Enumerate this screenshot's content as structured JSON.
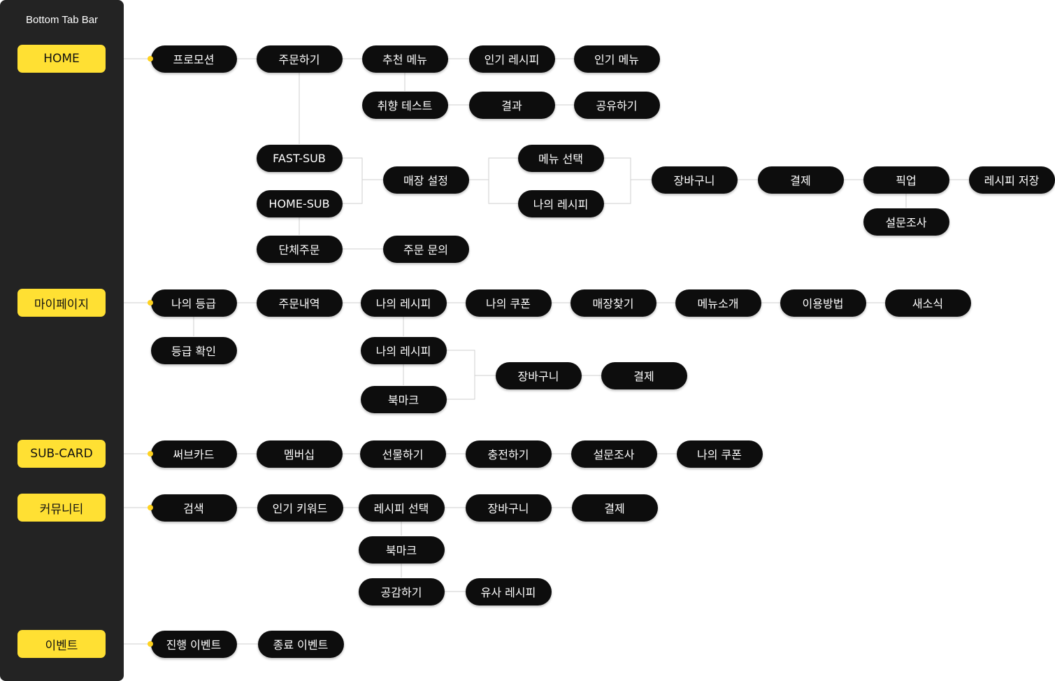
{
  "colors": {
    "accent": "#FFE033",
    "dot": "#FFD21F",
    "node": "#0d0d0d",
    "sidebar": "#232323",
    "line": "#cfcfcf"
  },
  "sidebar": {
    "title": "Bottom Tab Bar",
    "tabs": [
      {
        "id": "home",
        "label": "HOME"
      },
      {
        "id": "mypage",
        "label": "마이페이지"
      },
      {
        "id": "subcard",
        "label": "SUB-CARD"
      },
      {
        "id": "community",
        "label": "커뮤니티"
      },
      {
        "id": "event",
        "label": "이벤트"
      }
    ]
  },
  "nodes": [
    {
      "id": "h1",
      "label": "프로모션"
    },
    {
      "id": "h2",
      "label": "주문하기"
    },
    {
      "id": "h3",
      "label": "추천 메뉴"
    },
    {
      "id": "h4",
      "label": "인기 레시피"
    },
    {
      "id": "h5",
      "label": "인기 메뉴"
    },
    {
      "id": "h6",
      "label": "취향 테스트"
    },
    {
      "id": "h7",
      "label": "결과"
    },
    {
      "id": "h8",
      "label": "공유하기"
    },
    {
      "id": "h9",
      "label": "FAST-SUB"
    },
    {
      "id": "h10",
      "label": "HOME-SUB"
    },
    {
      "id": "h11",
      "label": "매장 설정"
    },
    {
      "id": "h12",
      "label": "메뉴 선택"
    },
    {
      "id": "h13",
      "label": "나의 레시피"
    },
    {
      "id": "h14",
      "label": "장바구니"
    },
    {
      "id": "h15",
      "label": "결제"
    },
    {
      "id": "h16",
      "label": "픽업"
    },
    {
      "id": "h17",
      "label": "레시피 저장"
    },
    {
      "id": "h18",
      "label": "설문조사"
    },
    {
      "id": "h19",
      "label": "단체주문"
    },
    {
      "id": "h20",
      "label": "주문 문의"
    },
    {
      "id": "m1",
      "label": "나의 등급"
    },
    {
      "id": "m2",
      "label": "주문내역"
    },
    {
      "id": "m3",
      "label": "나의 레시피"
    },
    {
      "id": "m4",
      "label": "나의 쿠폰"
    },
    {
      "id": "m5",
      "label": "매장찾기"
    },
    {
      "id": "m6",
      "label": "메뉴소개"
    },
    {
      "id": "m7",
      "label": "이용방법"
    },
    {
      "id": "m8",
      "label": "새소식"
    },
    {
      "id": "m9",
      "label": "등급 확인"
    },
    {
      "id": "m10",
      "label": "나의 레시피"
    },
    {
      "id": "m11",
      "label": "북마크"
    },
    {
      "id": "m12",
      "label": "장바구니"
    },
    {
      "id": "m13",
      "label": "결제"
    },
    {
      "id": "s1",
      "label": "써브카드"
    },
    {
      "id": "s2",
      "label": "멤버십"
    },
    {
      "id": "s3",
      "label": "선물하기"
    },
    {
      "id": "s4",
      "label": "충전하기"
    },
    {
      "id": "s5",
      "label": "설문조사"
    },
    {
      "id": "s6",
      "label": "나의 쿠폰"
    },
    {
      "id": "c1",
      "label": "검색"
    },
    {
      "id": "c2",
      "label": "인기 키워드"
    },
    {
      "id": "c3",
      "label": "레시피 선택"
    },
    {
      "id": "c4",
      "label": "장바구니"
    },
    {
      "id": "c5",
      "label": "결제"
    },
    {
      "id": "c6",
      "label": "북마크"
    },
    {
      "id": "c7",
      "label": "공감하기"
    },
    {
      "id": "c8",
      "label": "유사 레시피"
    },
    {
      "id": "e1",
      "label": "진행 이벤트"
    },
    {
      "id": "e2",
      "label": "종료 이벤트"
    }
  ]
}
